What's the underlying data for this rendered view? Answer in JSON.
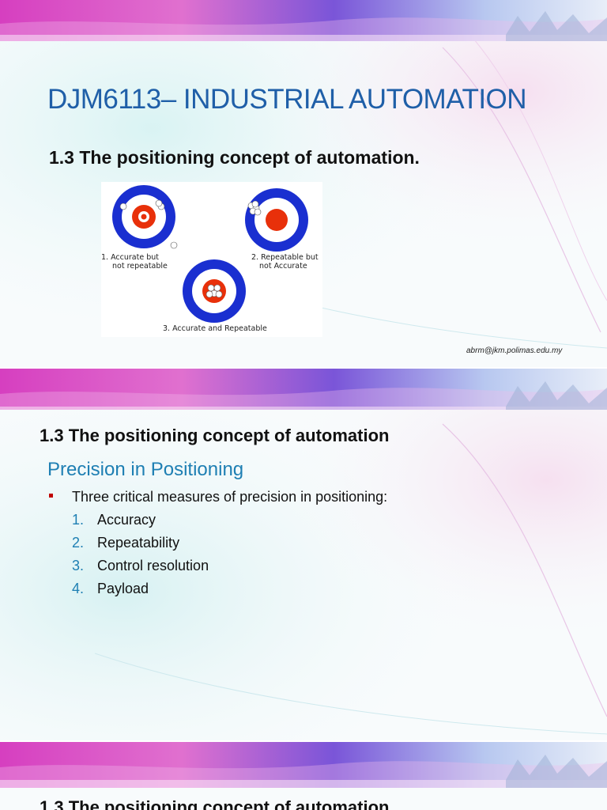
{
  "slide1": {
    "title": "DJM6113– INDUSTRIAL AUTOMATION",
    "subtitle": "1.3  The positioning concept of automation.",
    "figure": {
      "label1_line1": "1. Accurate but",
      "label1_line2": "not repeatable",
      "label2_line1": "2. Repeatable but",
      "label2_line2": "not Accurate",
      "label3": "3. Accurate and Repeatable"
    },
    "email": "abrm@jkm.polimas.edu.my"
  },
  "slide2": {
    "subtitle": "1.3   The positioning concept of automation",
    "heading": "Precision in Positioning",
    "bullet": "Three critical measures of precision in positioning:",
    "items": [
      {
        "num": "1.",
        "text": "Accuracy"
      },
      {
        "num": "2.",
        "text": "Repeatability"
      },
      {
        "num": "3.",
        "text": "Control resolution"
      },
      {
        "num": "4.",
        "text": "Payload"
      }
    ]
  },
  "slide3": {
    "subtitle": "1.3   The positioning concept of automation"
  },
  "colors": {
    "title_blue": "#1f5fa8",
    "heading_blue": "#1e7fb3",
    "bullet_red": "#c00000",
    "target_blue": "#1a2fd0",
    "target_red": "#e8300a",
    "banner_magenta": "#d63fc0",
    "banner_purple": "#5b3fc9"
  }
}
